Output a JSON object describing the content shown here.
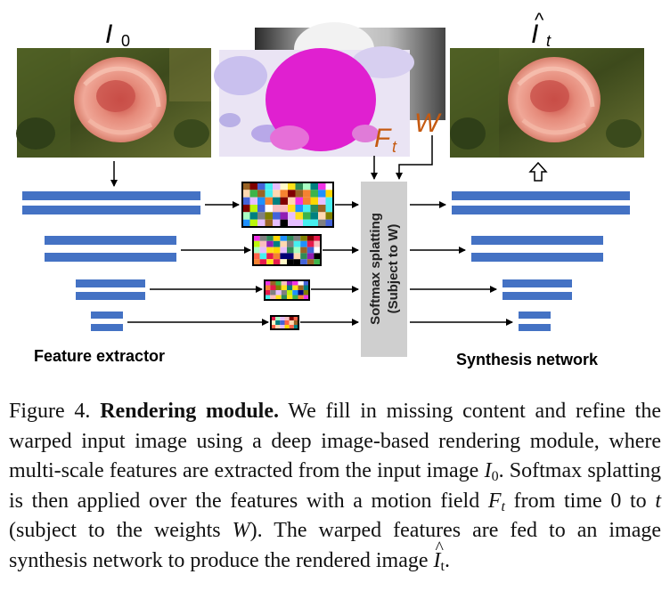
{
  "labels": {
    "input_image": "I",
    "input_image_sub": "0",
    "output_image": "I",
    "output_image_hat": "^",
    "output_image_sub": "t",
    "flow": "F",
    "flow_sub": "t",
    "weights": "W",
    "splatting_line1": "Softmax splatting",
    "splatting_line2": "(Subject to W)",
    "feature_extractor": "Feature extractor",
    "synthesis_network": "Synthesis network"
  },
  "caption": {
    "label": "Figure 4.",
    "title": "Rendering module.",
    "t1": " We fill in missing content and refine the warped input image using a deep image-based rendering module, where multi-scale features are extracted from the input image ",
    "m1": "I",
    "m1sub": "0",
    "t2": ". Softmax splatting is then applied over the features with a motion field ",
    "m2": "F",
    "m2sub": "t",
    "t3": " from time 0 to ",
    "m3": "t",
    "t4": " (subject to the weights ",
    "m4": "W",
    "t5": "). The warped features are fed to an image synthesis network to produce the rendered image ",
    "m5": "I",
    "m5hat": "^",
    "m5sub": "t",
    "t6": "."
  },
  "colors": {
    "bar_blue": "#4472c4",
    "splat_box": "#cfcfcf",
    "orange_label": "#c55a11",
    "magenta": "#e020d0"
  }
}
